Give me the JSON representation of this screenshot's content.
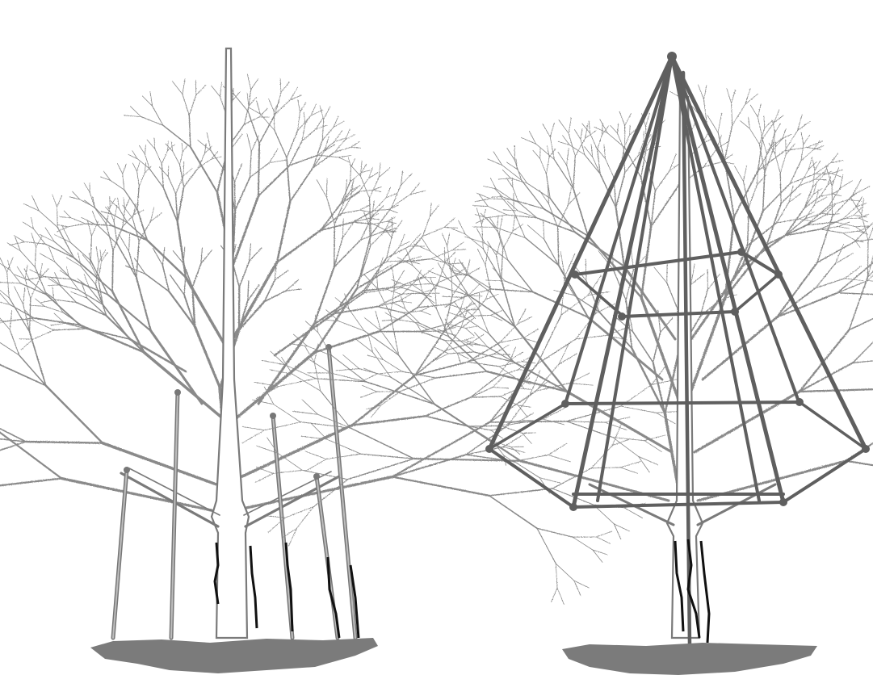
{
  "figure": {
    "panels": [
      {
        "id": "left",
        "name": "tree-with-prop-supports"
      },
      {
        "id": "right",
        "name": "tree-with-pyramid-frame"
      }
    ],
    "colors": {
      "branch": "#8a8a8a",
      "trunk": "#7a7a7a",
      "prop": "#777777",
      "frame": "#5f5f5f",
      "ground": "#7b7b7b",
      "crack": "#111111",
      "background": "#ffffff"
    }
  }
}
